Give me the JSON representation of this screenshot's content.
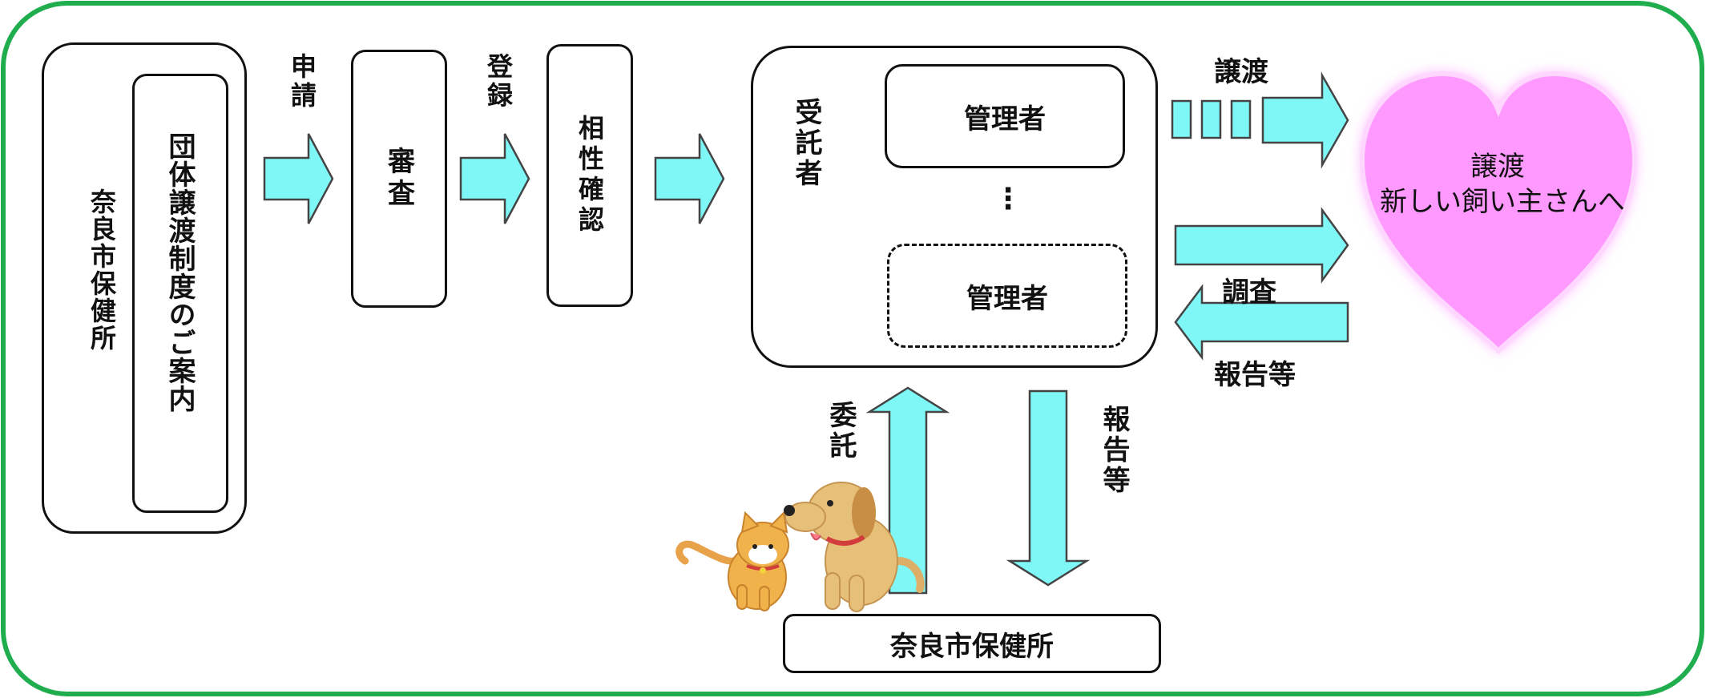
{
  "org_left": "奈良市保健所",
  "guide": "団体譲渡制度のご案内",
  "step_apply": "申請",
  "step_review": "審査",
  "step_register": "登録",
  "step_compat": "相性確認",
  "contractor": "受託者",
  "manager_1": "管理者",
  "manager_dots": "⋮",
  "manager_2": "管理者",
  "transfer_label": "譲渡",
  "heart_line1": "譲渡",
  "heart_line2": "新しい飼い主さんへ",
  "survey_label": "調査",
  "report_right": "報告等",
  "commission_label": "委託",
  "report_down": "報告等",
  "org_bottom": "奈良市保健所",
  "colors": {
    "frame": "#1fad4e",
    "arrow_fill": "#7ff7f7",
    "arrow_stroke": "#444444",
    "heart_fill": "#ff99ff",
    "heart_glow": "#ffd6ff"
  }
}
